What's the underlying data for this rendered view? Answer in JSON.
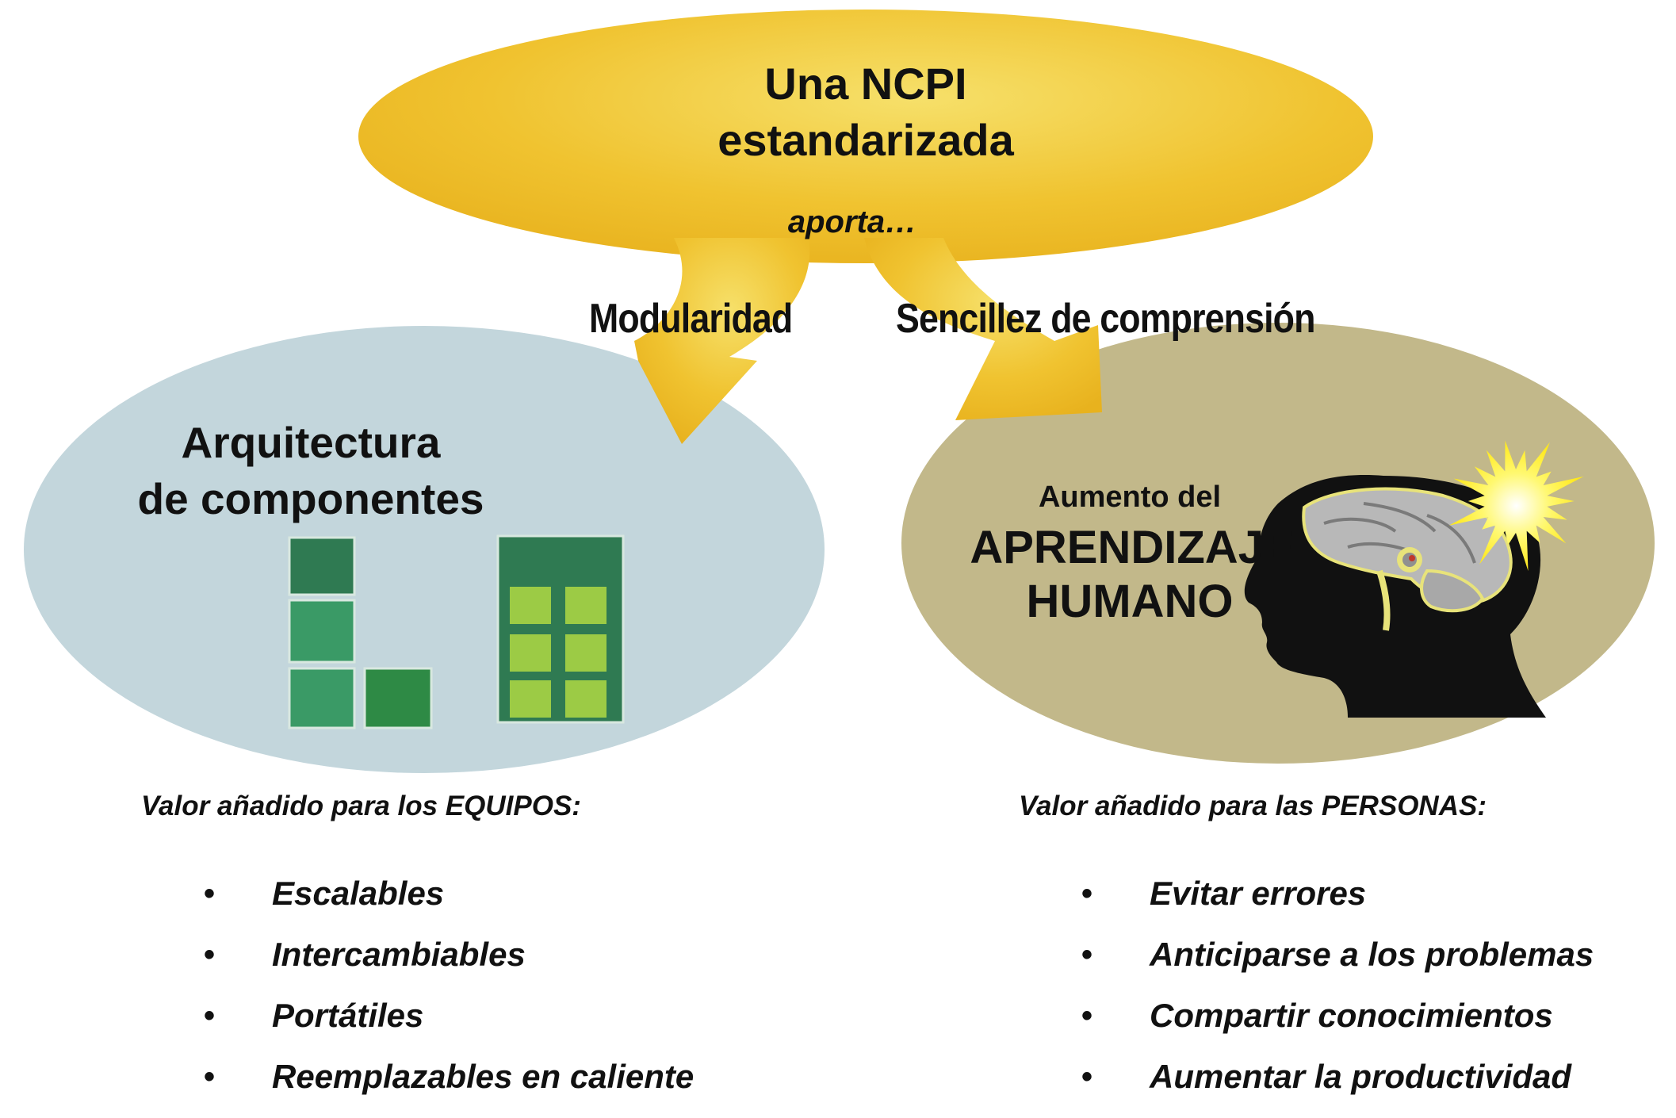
{
  "top_bubble": {
    "title_line1": "Una NCPI",
    "title_line2": "estandarizada",
    "subtitle": "aporta…"
  },
  "arrows": {
    "left_label": "Modularidad",
    "right_label": "Sencillez de comprensión"
  },
  "left_ellipse": {
    "heading_line1": "Arquitectura",
    "heading_line2": "de componentes"
  },
  "right_ellipse": {
    "heading_small": "Aumento del",
    "heading_line2": "APRENDIZAJE",
    "heading_line3": "HUMANO"
  },
  "left_list": {
    "title": "Valor añadido para los EQUIPOS:",
    "items": [
      "Escalables",
      "Intercambiables",
      "Portátiles",
      "Reemplazables en caliente"
    ]
  },
  "right_list": {
    "title": "Valor añadido para las PERSONAS:",
    "items": [
      "Evitar errores",
      "Anticiparse a los problemas",
      "Compartir conocimientos",
      "Aumentar la productividad"
    ]
  },
  "colors": {
    "bubble_yellow": "#f0c330",
    "left_ellipse": "#c3d6dc",
    "right_ellipse": "#c2b88a",
    "module_dark": "#2f7a52",
    "module_mid": "#3a9a66",
    "module_light": "#9ccb45",
    "burst": "#ffee33"
  },
  "icons": [
    "modular-blocks-icon",
    "module-grid-icon",
    "head-brain-icon",
    "light-burst-icon"
  ],
  "bullet": "•"
}
